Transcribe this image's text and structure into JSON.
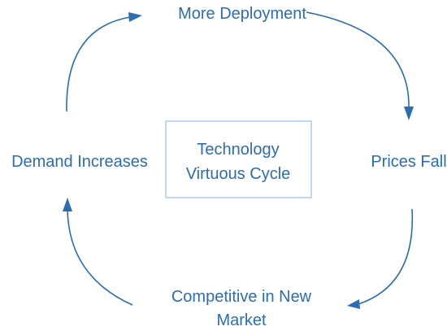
{
  "diagram": {
    "center": {
      "line1": "Technology",
      "line2": "Virtuous Cycle"
    },
    "nodes": {
      "top": "More Deployment",
      "right": "Prices Fall",
      "bottom_line1": "Competitive in New",
      "bottom_line2": "Market",
      "left": "Demand Increases"
    },
    "colors": {
      "text": "#2a6db5",
      "arrow": "#2a6db5",
      "box_border": "#9dbbe0"
    }
  }
}
